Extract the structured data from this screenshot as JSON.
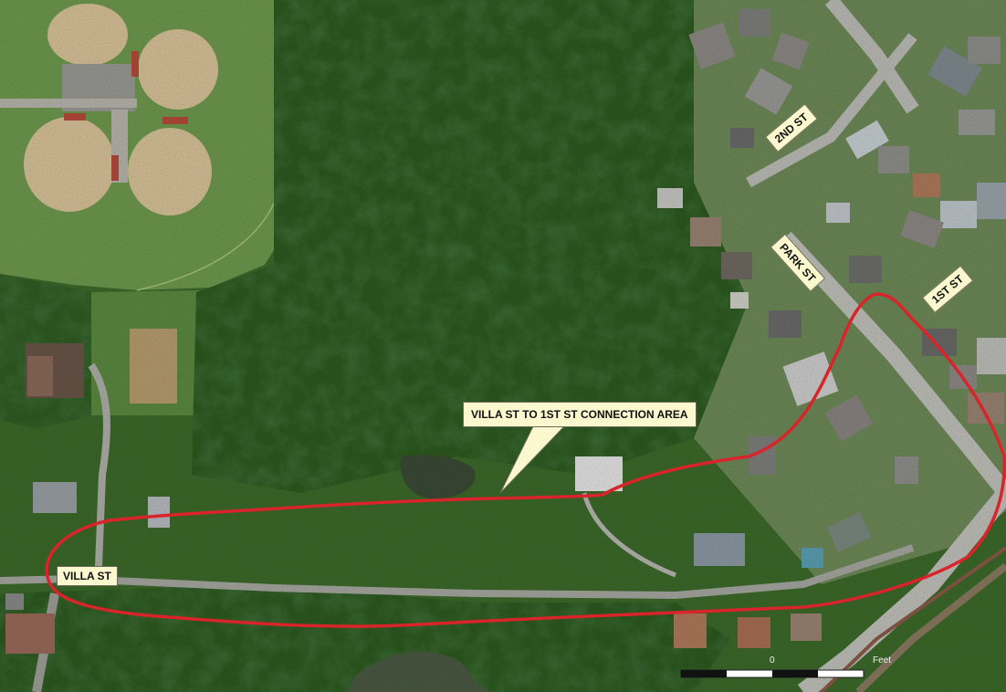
{
  "map": {
    "labels": {
      "villa_st": "VILLA ST",
      "second_st": "2ND ST",
      "park_st": "PARK ST",
      "first_st": "1ST ST",
      "connection_area": "VILLA ST TO 1ST ST CONNECTION AREA"
    },
    "scale_bar": {
      "zero": "0",
      "unit": "Feet"
    },
    "colors": {
      "boundary": "#d8242a",
      "label_fill": "#fbf7cf",
      "vegetation": "#2f5a22",
      "field": "#6f9a4e",
      "infield": "#d9c49a"
    }
  }
}
